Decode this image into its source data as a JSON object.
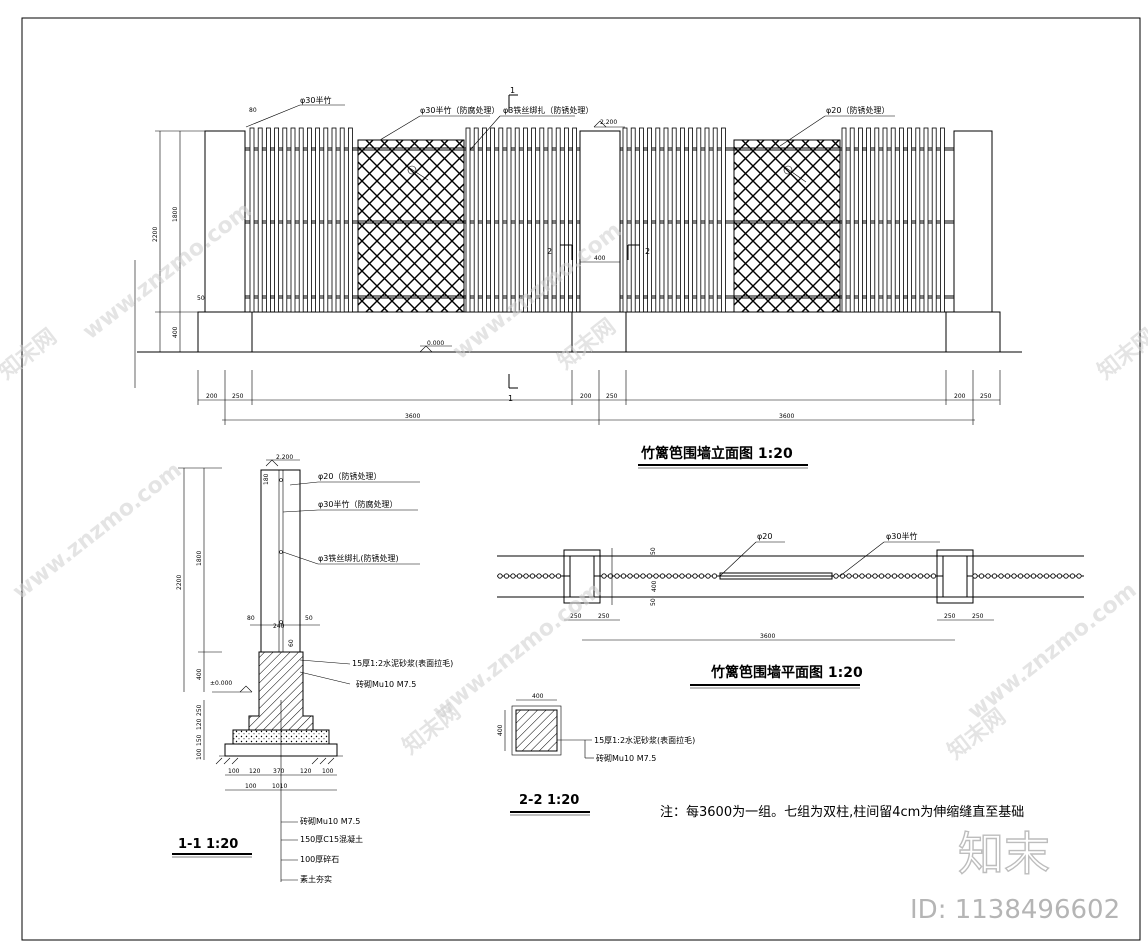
{
  "elevation": {
    "title": "竹篱笆围墙立面图 1:20",
    "labels": {
      "half_bamboo": "φ30半竹",
      "half_bamboo_rot": "φ30半竹（防腐处理）",
      "wire": "φ3铁丝绑扎（防锈处理）",
      "rod": "φ20（防锈处理）",
      "section_no": "1",
      "section_no2": "2",
      "top_elev": "2.200",
      "ground_elev": "0.000"
    },
    "dims": {
      "d2200": "2200",
      "d1800": "1800",
      "d400": "400",
      "d50": "50",
      "d80": "80",
      "d200": "200",
      "d250": "250",
      "d3600": "3600",
      "d400_gap": "400"
    }
  },
  "section11": {
    "title": "1-1  1:20",
    "top_elev": "2.200",
    "ground_elev": "±0.000",
    "labels": [
      "φ20（防锈处理）",
      "φ30半竹（防腐处理）",
      "φ3铁丝绑扎(防锈处理)",
      "15厚1:2水泥砂浆(表面拉毛)",
      "砖砌Mu10 M7.5",
      "砖砌Mu10 M7.5",
      "150厚C15混凝土",
      "100厚碎石",
      "素土夯实"
    ],
    "dims": {
      "d2200": "2200",
      "d1800": "1800",
      "d400": "400",
      "d80": "80",
      "d50": "50",
      "d180": "180",
      "d100": "100",
      "d120": "120",
      "d370": "370",
      "d1010": "1010",
      "d250": "250",
      "d150": "150",
      "d60": "60",
      "d240": "240"
    }
  },
  "plan": {
    "title": "竹篱笆围墙平面图 1:20",
    "labels": {
      "rod": "φ20",
      "half_bamboo": "φ30半竹"
    },
    "dims": {
      "d50": "50",
      "d400": "400",
      "d250": "250",
      "d3600": "3600"
    }
  },
  "section22": {
    "title": "2-2  1:20",
    "labels": [
      "15厚1:2水泥砂浆(表面拉毛)",
      "砖砌Mu10 M7.5"
    ],
    "dims": {
      "d400": "400"
    }
  },
  "note": "注：每3600为一组。七组为双柱,柱间留4cm为伸缩缝直至基础",
  "watermark": {
    "site": "www.znzmo.com",
    "brand": "知末网",
    "logo": "知末",
    "id": "ID: 1138496602"
  }
}
